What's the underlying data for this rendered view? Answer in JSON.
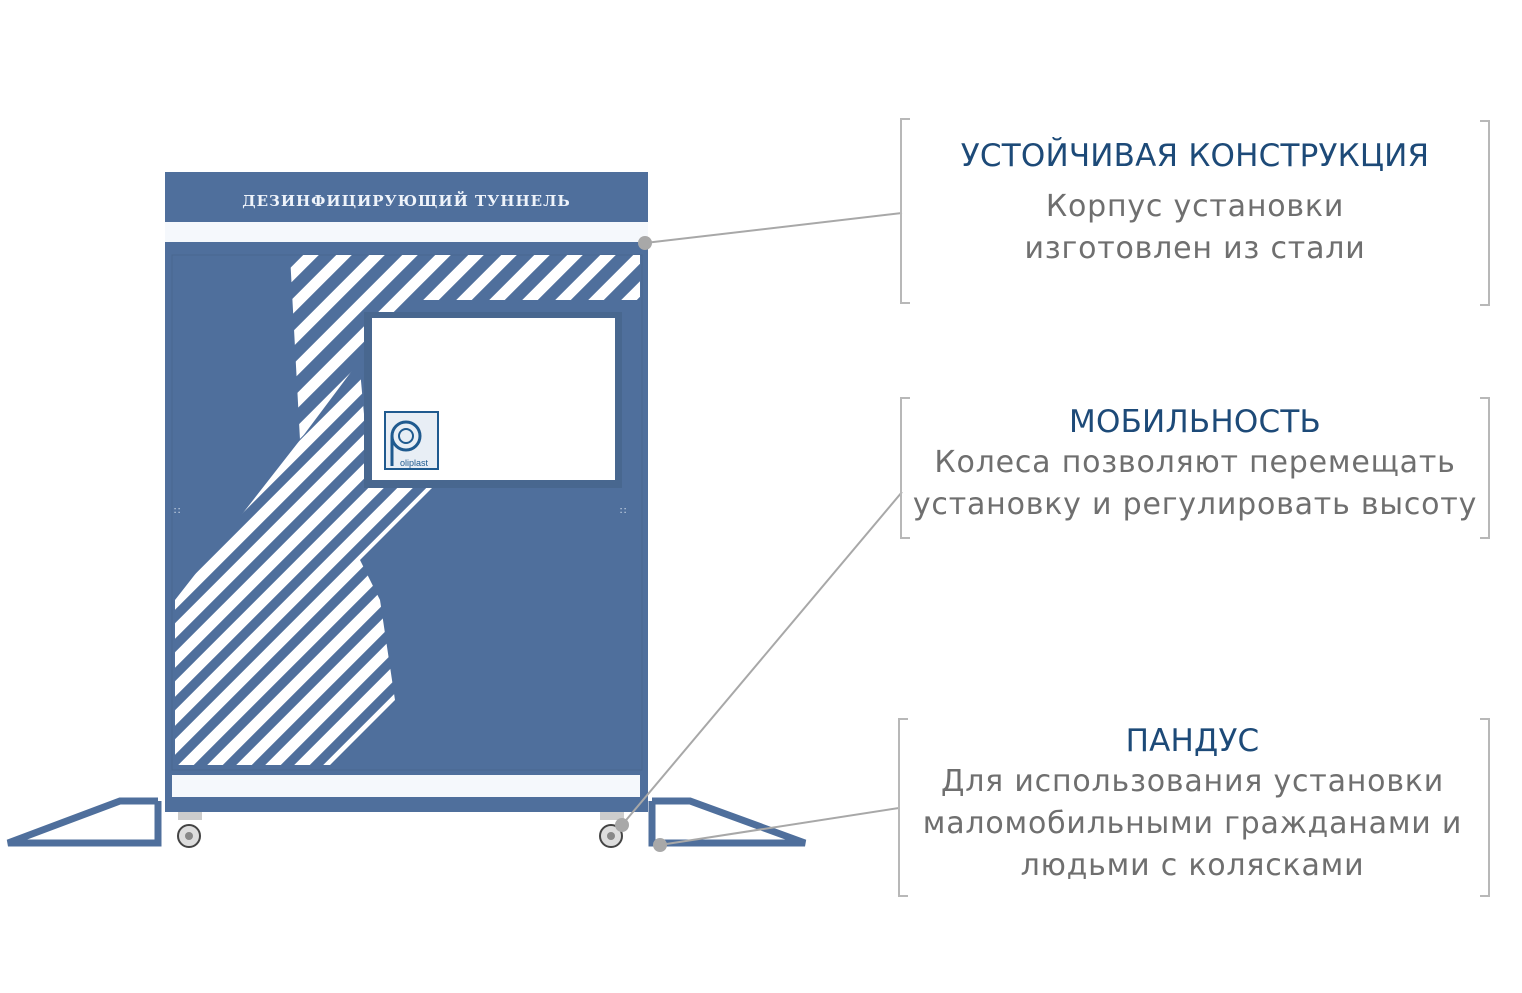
{
  "product": {
    "header_label": "ДЕЗИНФИЦИРУЮЩИЙ ТУННЕЛЬ",
    "logo_text": "Poliplast",
    "colors": {
      "body": "#4f6f9c",
      "stripe": "#ffffff",
      "accent_title": "#1d4a78",
      "text_gray": "#6f6f6f",
      "leader": "#a8a8a8"
    }
  },
  "callouts": [
    {
      "title": "УСТОЙЧИВАЯ КОНСТРУКЦИЯ",
      "lines": [
        "Корпус установки",
        "изготовлен из стали"
      ]
    },
    {
      "title": "МОБИЛЬНОСТЬ",
      "lines": [
        "Колеса позволяют перемещать",
        "установку и регулировать высоту"
      ]
    },
    {
      "title": "ПАНДУС",
      "lines": [
        "Для использования установки",
        "маломобильными гражданами и",
        "людьми с колясками"
      ]
    }
  ]
}
